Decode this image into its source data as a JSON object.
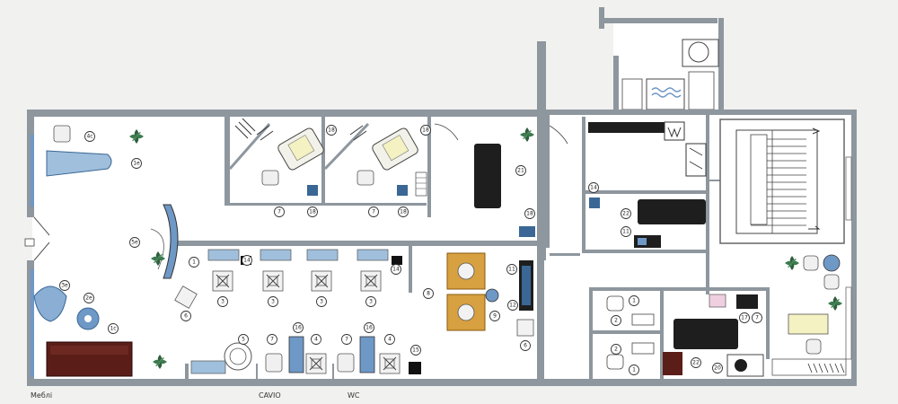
{
  "plan": {
    "labels": {
      "left": "Меблі",
      "center": "CAVIO",
      "right": "WC"
    },
    "callouts": [
      {
        "n": "4c"
      },
      {
        "n": "1e"
      },
      {
        "n": "5e"
      },
      {
        "n": "1"
      },
      {
        "n": "2e"
      },
      {
        "n": "3e"
      },
      {
        "n": "1c"
      },
      {
        "n": "14"
      },
      {
        "n": "14"
      },
      {
        "n": "3"
      },
      {
        "n": "3"
      },
      {
        "n": "3"
      },
      {
        "n": "3"
      },
      {
        "n": "6"
      },
      {
        "n": "5"
      },
      {
        "n": "7"
      },
      {
        "n": "16"
      },
      {
        "n": "4"
      },
      {
        "n": "7"
      },
      {
        "n": "16"
      },
      {
        "n": "4"
      },
      {
        "n": "15"
      },
      {
        "n": "18"
      },
      {
        "n": "7"
      },
      {
        "n": "18"
      },
      {
        "n": "18"
      },
      {
        "n": "7"
      },
      {
        "n": "18"
      },
      {
        "n": "21"
      },
      {
        "n": "18"
      },
      {
        "n": "8"
      },
      {
        "n": "9"
      },
      {
        "n": "11"
      },
      {
        "n": "12"
      },
      {
        "n": "6"
      },
      {
        "n": "14"
      },
      {
        "n": "22"
      },
      {
        "n": "11"
      },
      {
        "n": "1"
      },
      {
        "n": "2"
      },
      {
        "n": "2"
      },
      {
        "n": "1"
      },
      {
        "n": "17"
      },
      {
        "n": "7"
      },
      {
        "n": "22"
      },
      {
        "n": "20"
      }
    ],
    "colors": {
      "wall": "#8e969e",
      "blue_fixture": "#6e98c6",
      "sofa": "#5a1d18",
      "orange_mat": "#d7a040",
      "dark_furniture": "#1e1e1e",
      "floor": "#ffffff",
      "plant": "#2f5e3c"
    }
  }
}
